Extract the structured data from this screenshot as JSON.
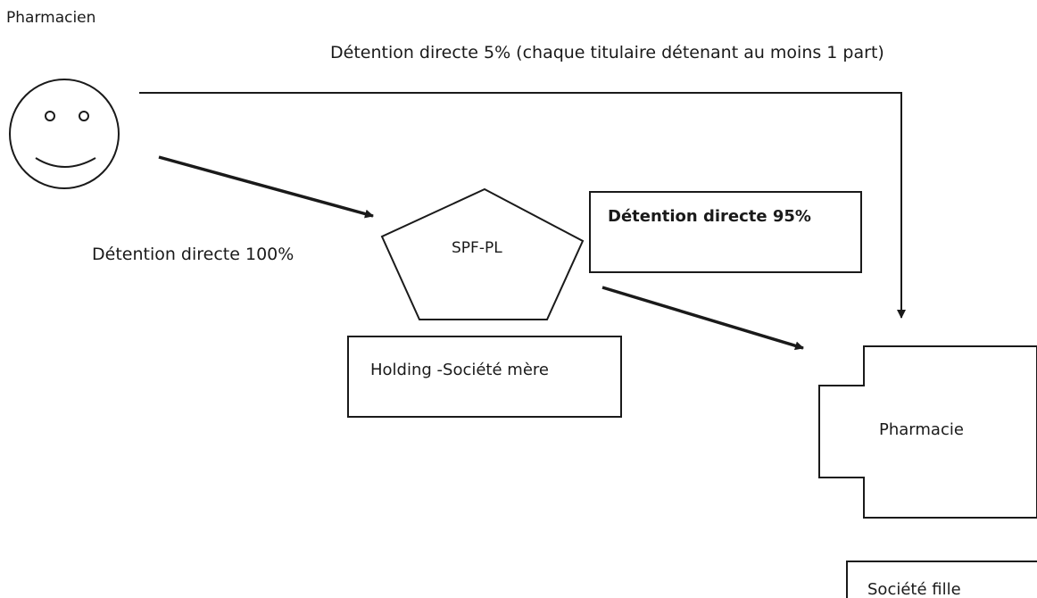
{
  "actors": {
    "pharmacist": {
      "label": "Pharmacien",
      "icon": "smiley-face-icon"
    },
    "holding": {
      "name": "SPF-PL",
      "caption": "Holding -Société mère",
      "icon": "pentagon-icon"
    },
    "pharmacy": {
      "name": "Pharmacie",
      "caption": "Société fille",
      "icon": "cross-shape-icon"
    }
  },
  "ownership_links": {
    "pharmacist_to_pharmacy": "Détention directe 5% (chaque titulaire détenant au moins 1 part)",
    "pharmacist_to_holding": "Détention directe 100%",
    "holding_to_pharmacy": "Détention directe 95%"
  },
  "colors": {
    "ink": "#1a1a1a",
    "background": "#ffffff"
  }
}
